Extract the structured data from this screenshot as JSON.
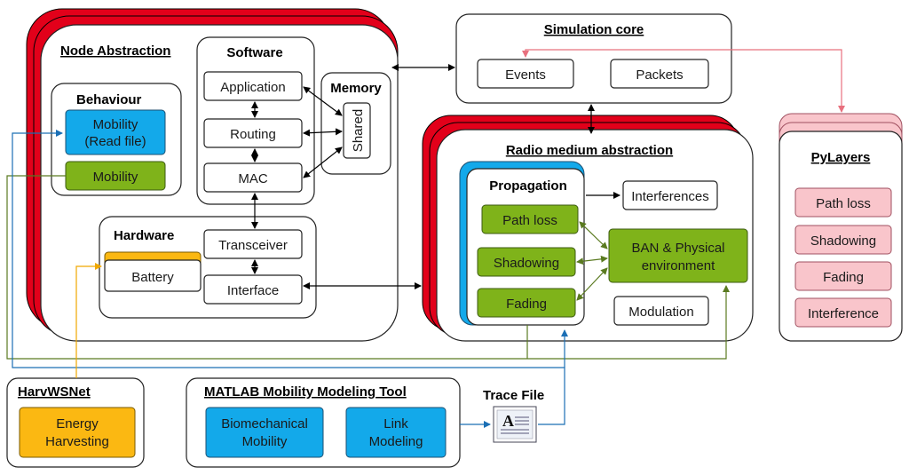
{
  "node_abstraction": {
    "title": "Node Abstraction",
    "behaviour": {
      "title": "Behaviour",
      "mobility_read_file_l1": "Mobility",
      "mobility_read_file_l2": "(Read file)",
      "mobility": "Mobility"
    },
    "software": {
      "title": "Software",
      "application": "Application",
      "routing": "Routing",
      "mac": "MAC"
    },
    "memory": {
      "title": "Memory",
      "shared": "Shared"
    },
    "hardware": {
      "title": "Hardware",
      "transceiver": "Transceiver",
      "battery": "Battery",
      "interface": "Interface"
    }
  },
  "simulation_core": {
    "title": "Simulation core",
    "events": "Events",
    "packets": "Packets"
  },
  "radio_medium": {
    "title": "Radio medium abstraction",
    "propagation": {
      "title": "Propagation",
      "path_loss": "Path loss",
      "shadowing": "Shadowing",
      "fading": "Fading"
    },
    "interferences": "Interferences",
    "ban_l1": "BAN & Physical",
    "ban_l2": "environment",
    "modulation": "Modulation"
  },
  "pylayers": {
    "title": "PyLayers",
    "items": [
      "Path loss",
      "Shadowing",
      "Fading",
      "Interference"
    ]
  },
  "harvwsnet": {
    "title": "HarvWSNet",
    "energy_l1": "Energy",
    "energy_l2": "Harvesting"
  },
  "matlab": {
    "title": "MATLAB Mobility Modeling Tool",
    "bio_l1": "Biomechanical",
    "bio_l2": "Mobility",
    "link_l1": "Link",
    "link_l2": "Modeling"
  },
  "trace_file": {
    "title": "Trace File",
    "icon_letter": "A"
  },
  "colors": {
    "red": "#e2001a",
    "green": "#7fb31a",
    "blue": "#13a9ea",
    "pink": "#f9c5cb",
    "orange": "#fbb812"
  }
}
